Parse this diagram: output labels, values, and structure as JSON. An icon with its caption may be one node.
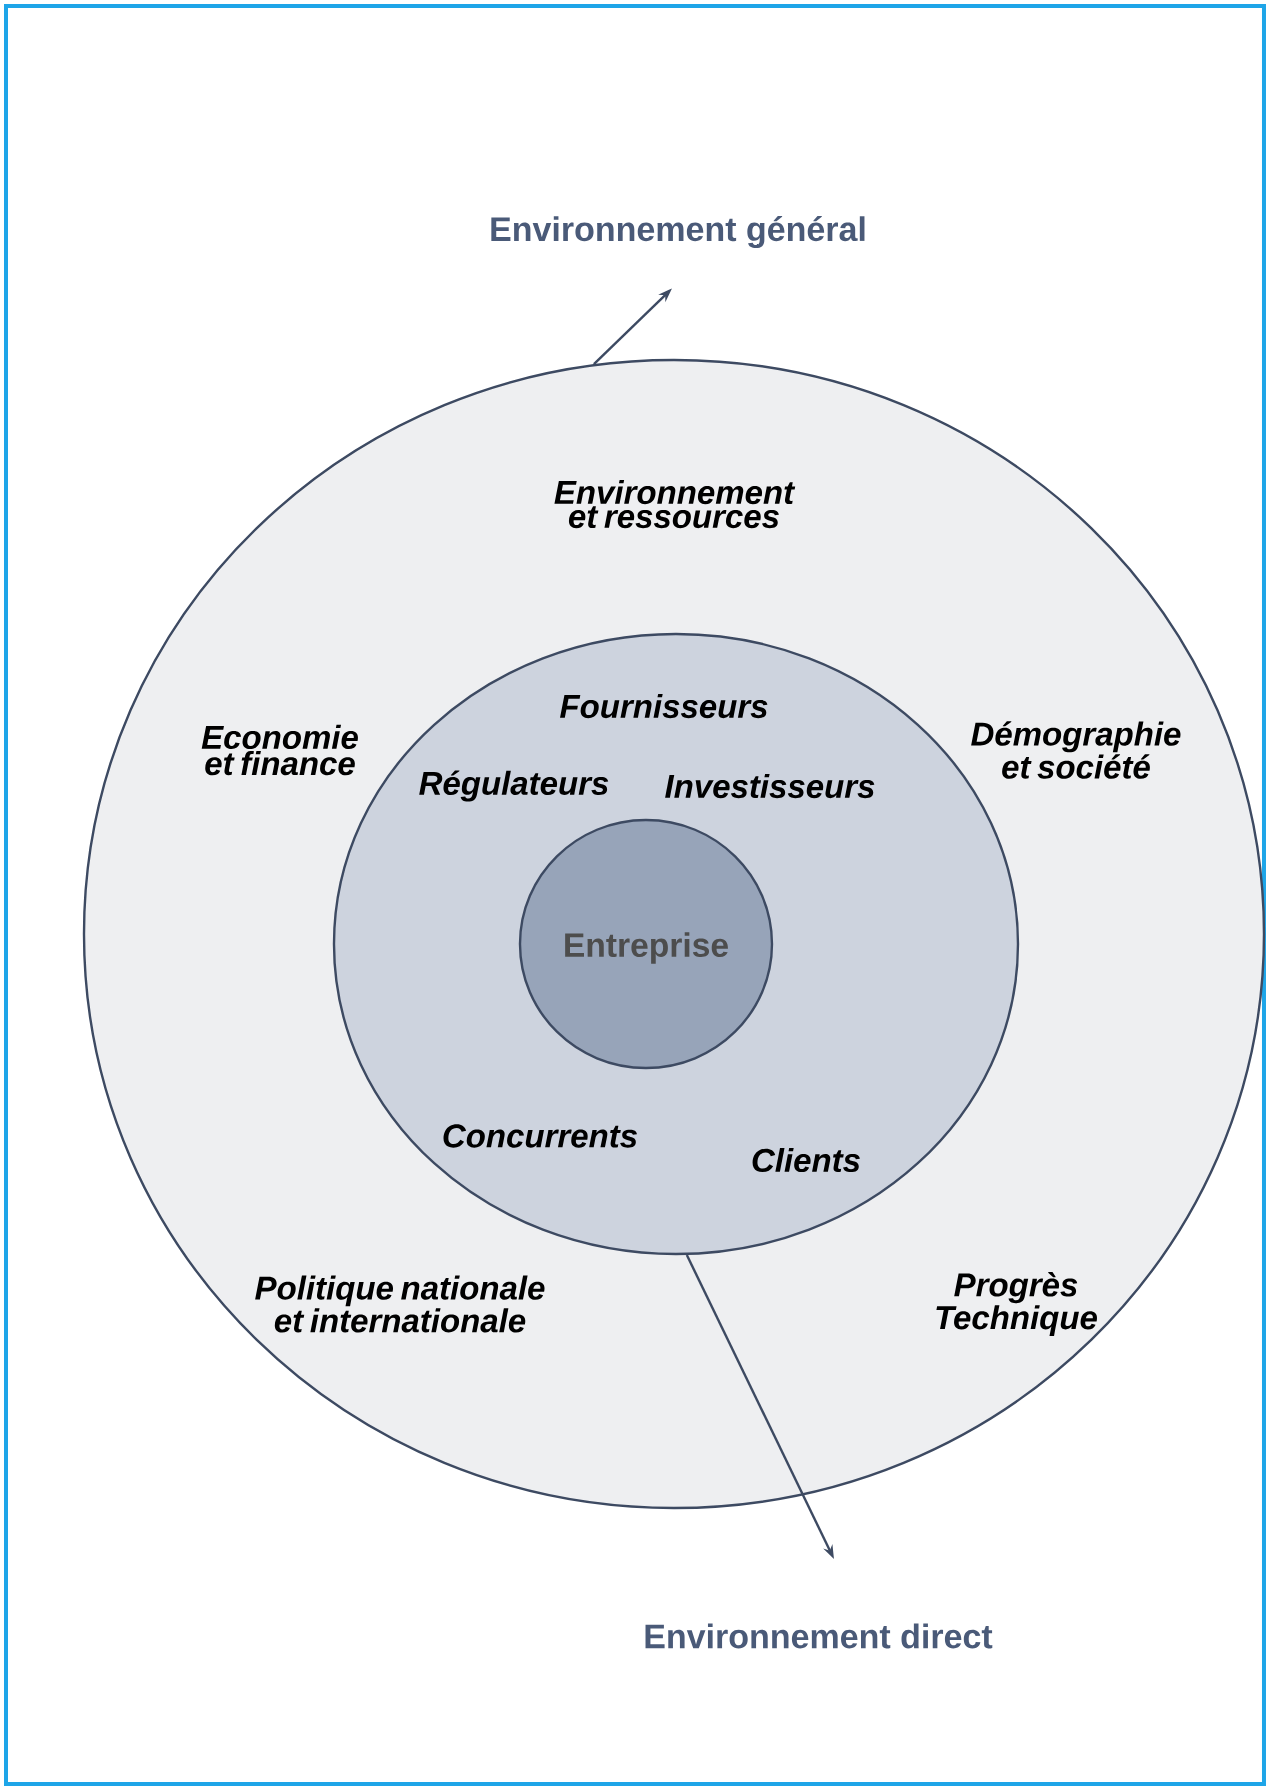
{
  "diagram": {
    "nodes": [
      {
        "text": [
          "Environnement et ressources",
          "Economie et finance",
          "Démographie et société",
          "Politique nationale et internationale",
          "Progrès Technique"
        ]
      },
      {
        "text": [
          "Fournisseurs",
          "Régulateurs",
          "Investisseurs",
          "Concurrents",
          "Clients"
        ],
        "in": 0
      },
      {
        "text": [
          "Entreprise"
        ],
        "in": 1
      },
      {
        "text": [
          "Environnement général"
        ]
      },
      {
        "text": [
          "Environnement direct"
        ]
      }
    ],
    "edges": [
      {
        "from": 0,
        "to": 3,
        "arrow": "to"
      },
      {
        "from": 1,
        "to": 4,
        "arrow": "to"
      }
    ]
  }
}
